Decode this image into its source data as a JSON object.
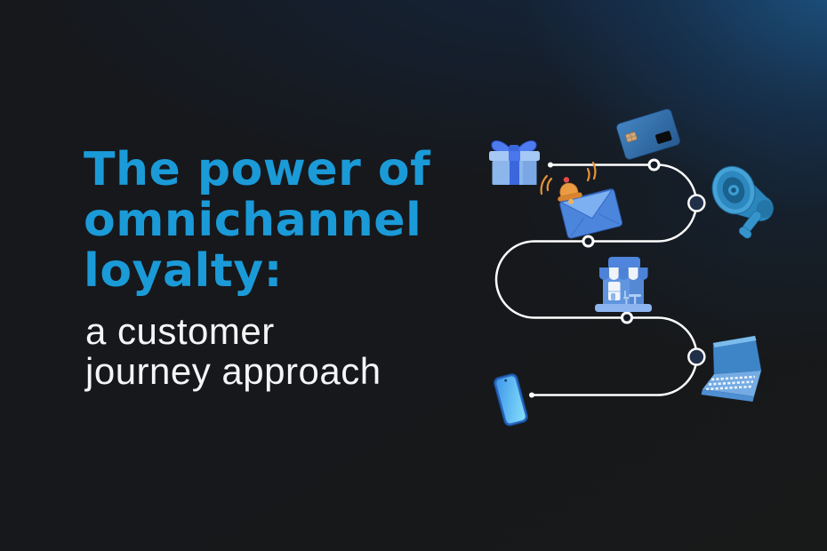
{
  "meta": {
    "kind": "blog-cover-graphic"
  },
  "colors": {
    "accent": "#1b9ad8",
    "text": "#f4f5f6",
    "path-line": "#ffffff",
    "node-fill": "#203049",
    "bg-base": "#16181c",
    "bg-glow": "#1c5688"
  },
  "title": {
    "full": "The power of omnichannel loyalty:",
    "lines": [
      "The power of",
      "omnichannel",
      "loyalty:"
    ]
  },
  "subtitle": {
    "full": "a customer journey approach",
    "lines": [
      "a customer",
      "journey approach"
    ]
  },
  "journey": {
    "description": "winding customer journey path connecting channel icons",
    "icons": [
      {
        "name": "gift-icon",
        "label": "gift reward"
      },
      {
        "name": "credit-card-icon",
        "label": "credit card"
      },
      {
        "name": "email-notification-icon",
        "label": "email notification"
      },
      {
        "name": "megaphone-icon",
        "label": "megaphone promotion"
      },
      {
        "name": "store-icon",
        "label": "retail store"
      },
      {
        "name": "laptop-icon",
        "label": "laptop"
      },
      {
        "name": "smartphone-icon",
        "label": "smartphone"
      }
    ]
  }
}
